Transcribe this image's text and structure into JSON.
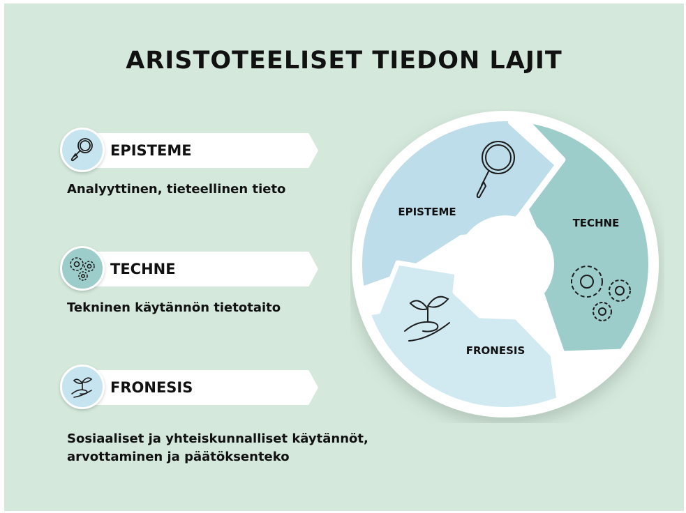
{
  "title": "ARISTOTEELISET TIEDON LAJIT",
  "items": [
    {
      "label": "EPISTEME",
      "description": "Analyyttinen, tieteellinen tieto",
      "icon": "magnifier-icon",
      "color": "#c6e4ef"
    },
    {
      "label": "TECHNE",
      "description": "Tekninen käytännön tietotaito",
      "icon": "gears-icon",
      "color": "#9dcdca"
    },
    {
      "label": "FRONESIS",
      "description_lines": [
        "Sosiaaliset ja yhteiskunnalliset käytännöt,",
        "arvottaminen ja päätöksenteko"
      ],
      "icon": "sprout-hand-icon",
      "color": "#c6e4ef"
    }
  ],
  "cycle": {
    "segments": [
      {
        "label": "EPISTEME",
        "icon": "magnifier-icon",
        "color": "#bcdde9"
      },
      {
        "label": "TECHNE",
        "icon": "gears-icon",
        "color": "#9dcdca"
      },
      {
        "label": "FRONESIS",
        "icon": "sprout-hand-icon",
        "color": "#d1e9f1"
      }
    ]
  },
  "colors": {
    "background": "#d4e9dc",
    "text": "#111111",
    "banner": "#ffffff"
  }
}
